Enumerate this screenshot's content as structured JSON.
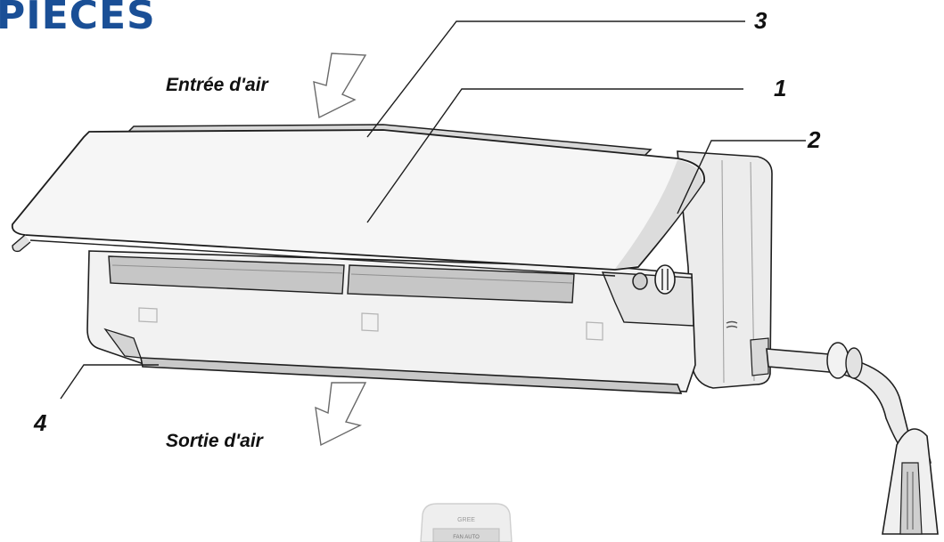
{
  "title": "PIECES",
  "labels": {
    "air_intake": "Entrée d'air",
    "air_outlet": "Sortie d'air"
  },
  "callouts": {
    "part_1": "1",
    "part_2": "2",
    "part_3": "3",
    "part_4": "4"
  },
  "remote_brand": "GREE",
  "remote_display": "FAN AUTO",
  "colors": {
    "title": "#1a4f96",
    "line": "#1e1e1e",
    "body": "#f0f0f0",
    "louver": "#c9c9c9"
  },
  "icons": [
    "air-intake-arrow-icon",
    "air-outlet-arrow-icon"
  ]
}
